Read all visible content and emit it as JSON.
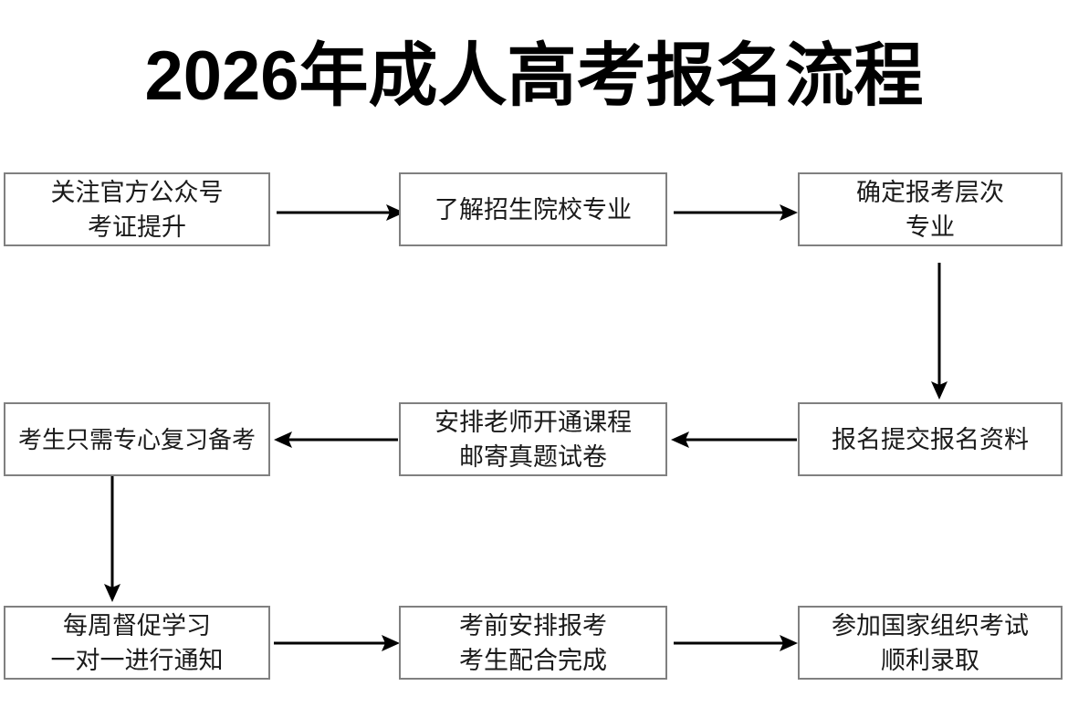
{
  "page": {
    "title": "2026年成人高考报名流程",
    "background_color": "#ffffff",
    "box_border_color": "#808080",
    "box_fill_color": "#ffffff",
    "arrow_color": "#000000",
    "text_color": "#1a1a1a",
    "title_color": "#000000"
  },
  "flowchart": {
    "type": "process-flow",
    "nodes": [
      {
        "id": "node-1",
        "name": "follow-official-account",
        "lines": [
          "关注官方公众号",
          "考证提升"
        ],
        "row": 1,
        "column": 1
      },
      {
        "id": "node-2",
        "name": "learn-schools-majors",
        "lines": [
          "了解招生院校专业"
        ],
        "row": 1,
        "column": 2
      },
      {
        "id": "node-3",
        "name": "confirm-level-major",
        "lines": [
          "确定报考层次",
          "专业"
        ],
        "row": 1,
        "column": 3
      },
      {
        "id": "node-4",
        "name": "focus-on-review",
        "lines": [
          "考生只需专心复习备考"
        ],
        "row": 2,
        "column": 1
      },
      {
        "id": "node-5",
        "name": "teacher-opens-course",
        "lines": [
          "安排老师开通课程",
          "邮寄真题试卷"
        ],
        "row": 2,
        "column": 2
      },
      {
        "id": "node-6",
        "name": "submit-application-materials",
        "lines": [
          "报名提交报名资料"
        ],
        "row": 2,
        "column": 3
      },
      {
        "id": "node-7",
        "name": "weekly-study-supervision",
        "lines": [
          "每周督促学习",
          "一对一进行通知"
        ],
        "row": 3,
        "column": 1
      },
      {
        "id": "node-8",
        "name": "pre-exam-registration",
        "lines": [
          "考前安排报考",
          "考生配合完成"
        ],
        "row": 3,
        "column": 2
      },
      {
        "id": "node-9",
        "name": "take-national-exam",
        "lines": [
          "参加国家组织考试",
          "顺利录取"
        ],
        "row": 3,
        "column": 3
      }
    ],
    "edges": [
      {
        "from": "node-1",
        "to": "node-2",
        "direction": "right"
      },
      {
        "from": "node-2",
        "to": "node-3",
        "direction": "right"
      },
      {
        "from": "node-3",
        "to": "node-6",
        "direction": "down"
      },
      {
        "from": "node-6",
        "to": "node-5",
        "direction": "left"
      },
      {
        "from": "node-5",
        "to": "node-4",
        "direction": "left"
      },
      {
        "from": "node-4",
        "to": "node-7",
        "direction": "down"
      },
      {
        "from": "node-7",
        "to": "node-8",
        "direction": "right"
      },
      {
        "from": "node-8",
        "to": "node-9",
        "direction": "right"
      }
    ]
  }
}
